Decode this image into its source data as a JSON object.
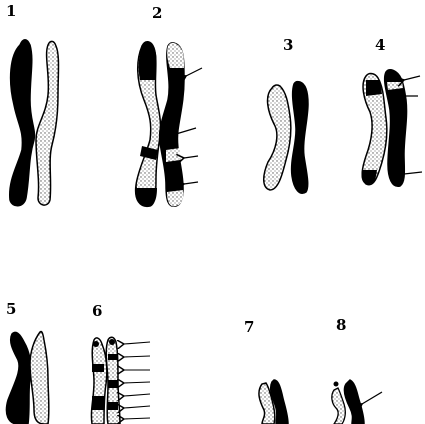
{
  "figure": {
    "panels": [
      {
        "label": "1",
        "arrows": 0
      },
      {
        "label": "2",
        "arrows": 4
      },
      {
        "label": "3",
        "arrows": 0
      },
      {
        "label": "4",
        "arrows": 3
      },
      {
        "label": "5",
        "arrows": 0
      },
      {
        "label": "6",
        "arrows": 7
      },
      {
        "label": "7",
        "arrows": 0
      },
      {
        "label": "8",
        "arrows": 1
      }
    ],
    "colors": {
      "dark": "#000000",
      "light": "#ffffff",
      "stipple": "#555555"
    }
  }
}
